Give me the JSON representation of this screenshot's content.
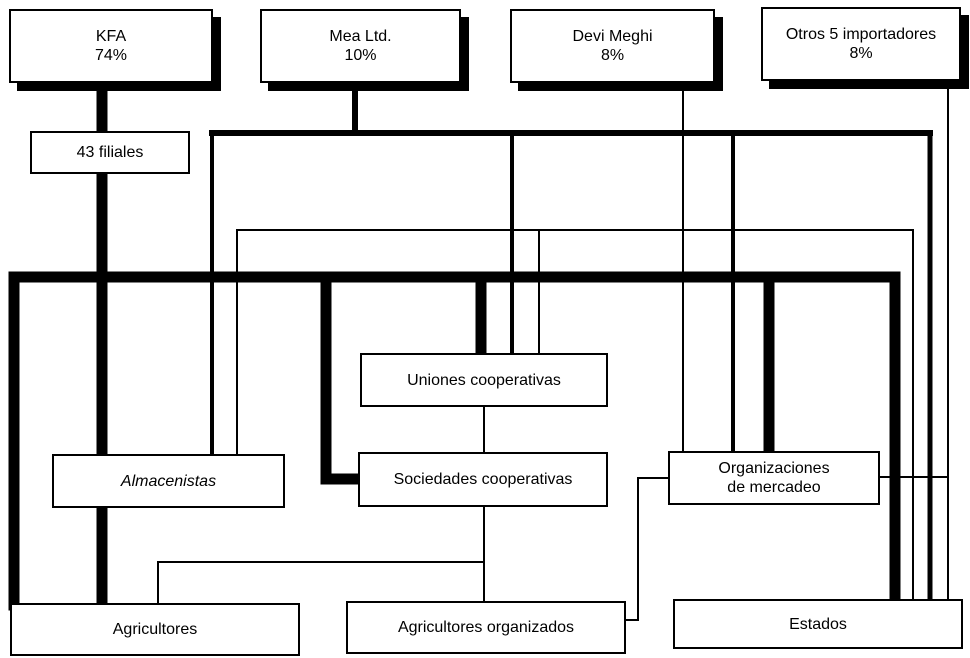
{
  "diagram": {
    "importers": [
      {
        "name": "KFA",
        "share": "74%"
      },
      {
        "name": "Mea Ltd.",
        "share": "10%"
      },
      {
        "name": "Devi Meghi",
        "share": "8%"
      },
      {
        "name": "Otros 5 importadores",
        "share": "8%"
      }
    ],
    "nodes": {
      "filiales": "43 filiales",
      "uniones": "Uniones cooperativas",
      "almacenistas": "Almacenistas",
      "sociedades": "Sociedades cooperativas",
      "organizaciones_l1": "Organizaciones",
      "organizaciones_l2": "de mercadeo",
      "agricultores": "Agricultores",
      "agricultores_org": "Agricultores organizados",
      "estados": "Estados"
    },
    "connections": [
      {
        "from": "KFA",
        "to": [
          "43 filiales",
          "Agricultores",
          "Almacenistas",
          "Uniones cooperativas",
          "Sociedades cooperativas",
          "Organizaciones de mercadeo",
          "Estados"
        ],
        "weight": "heavy"
      },
      {
        "from": "Mea Ltd.",
        "to": [
          "Almacenistas",
          "Uniones cooperativas",
          "Organizaciones de mercadeo",
          "Estados"
        ],
        "weight": "medium"
      },
      {
        "from": "Devi Meghi",
        "to": [
          "Almacenistas",
          "Uniones cooperativas",
          "Organizaciones de mercadeo",
          "Estados"
        ],
        "weight": "light"
      },
      {
        "from": "Otros 5 importadores",
        "to": [
          "Organizaciones de mercadeo",
          "Estados"
        ],
        "weight": "light"
      },
      {
        "from": "Uniones cooperativas",
        "to": [
          "Sociedades cooperativas"
        ],
        "weight": "light"
      },
      {
        "from": "Sociedades cooperativas",
        "to": [
          "Agricultores",
          "Agricultores organizados"
        ],
        "weight": "light"
      },
      {
        "from": "Organizaciones de mercadeo",
        "to": [
          "Agricultores organizados",
          "Estados"
        ],
        "weight": "light"
      }
    ]
  }
}
